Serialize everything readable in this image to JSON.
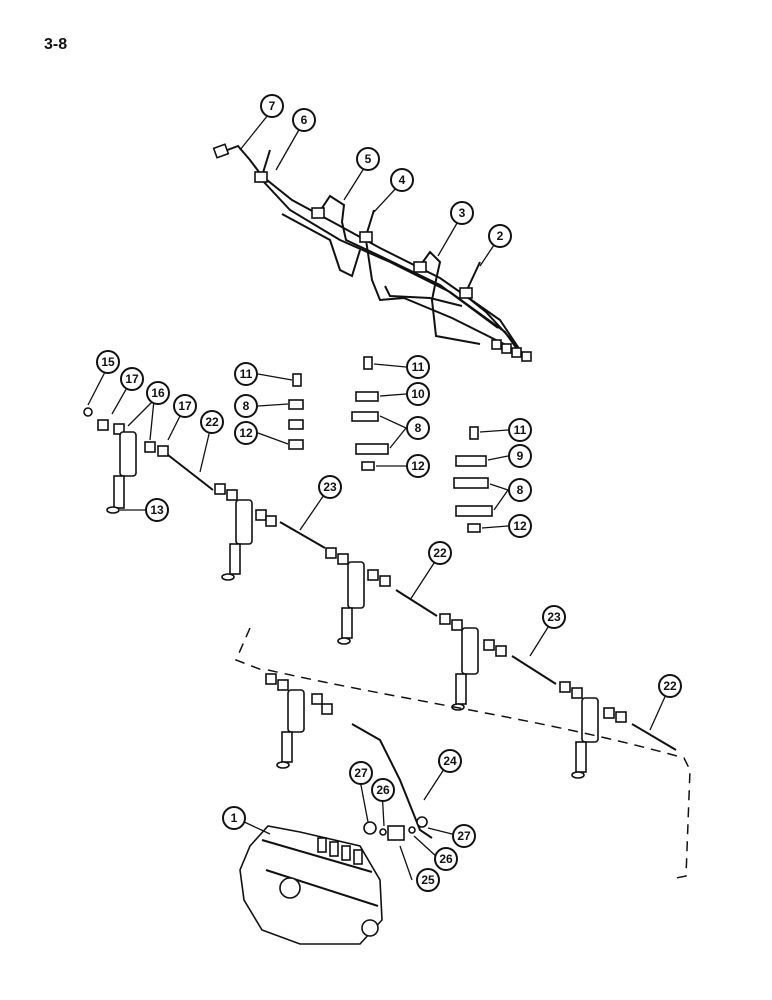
{
  "page": {
    "number": "3-8"
  },
  "callouts": [
    "7",
    "6",
    "5",
    "4",
    "3",
    "2",
    "15",
    "17",
    "16",
    "17",
    "22",
    "11",
    "8",
    "12",
    "11",
    "10",
    "8",
    "12",
    "11",
    "9",
    "8",
    "12",
    "13",
    "23",
    "22",
    "23",
    "22",
    "24",
    "27",
    "26",
    "27",
    "26",
    "25",
    "1"
  ]
}
